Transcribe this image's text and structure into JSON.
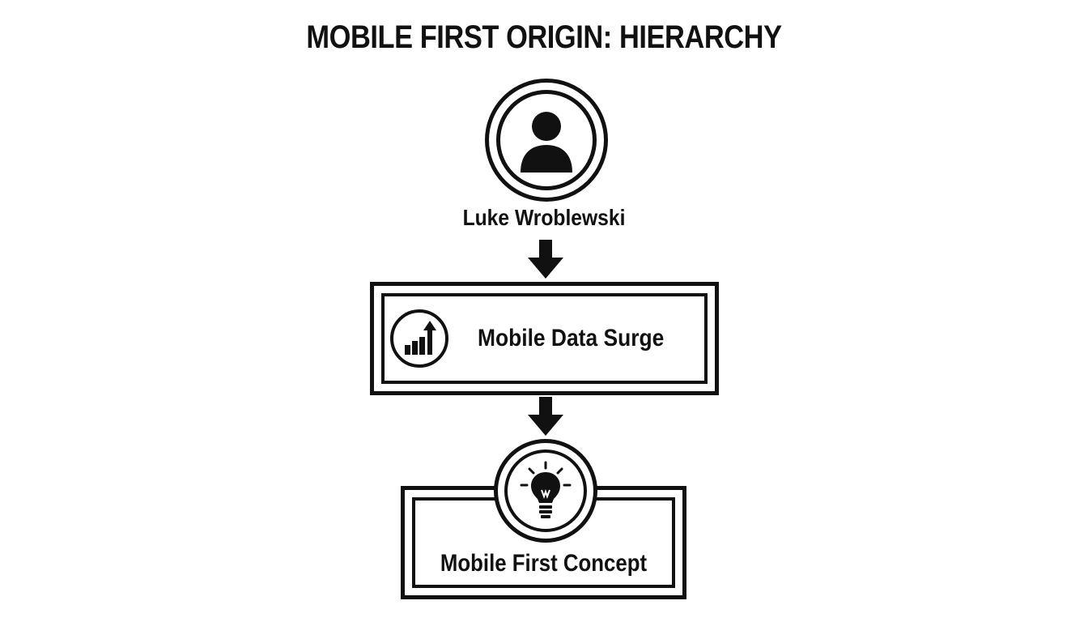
{
  "diagram": {
    "title": "MOBILE FIRST ORIGIN: HIERARCHY",
    "nodes": [
      {
        "id": "person",
        "label": "Luke Wroblewski",
        "icon": "person-icon"
      },
      {
        "id": "surge",
        "label": "Mobile Data Surge",
        "icon": "growth-chart-icon"
      },
      {
        "id": "concept",
        "label": "Mobile First Concept",
        "icon": "lightbulb-icon"
      }
    ],
    "edges": [
      {
        "from": "person",
        "to": "surge"
      },
      {
        "from": "surge",
        "to": "concept"
      }
    ]
  }
}
